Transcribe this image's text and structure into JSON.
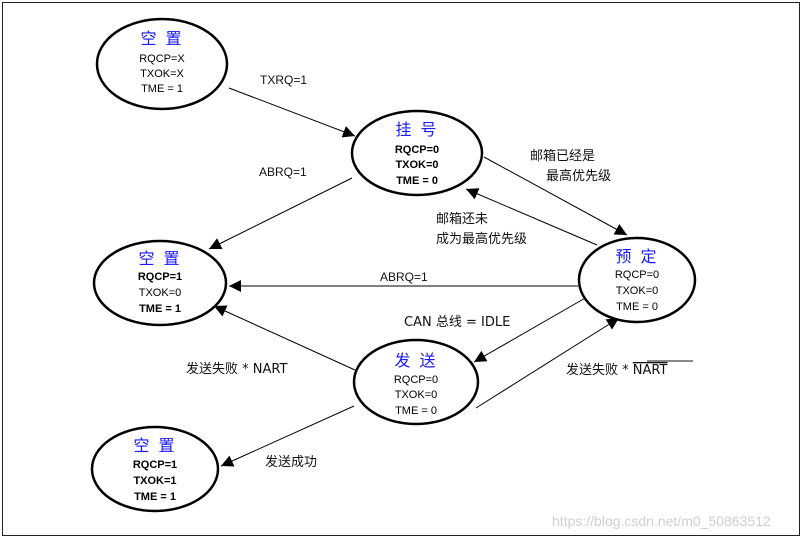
{
  "states": {
    "empty1": {
      "title": "空 置",
      "fields": [
        "RQCP=X",
        "TXOK=X",
        "TME = 1"
      ]
    },
    "pending": {
      "title": "挂 号",
      "fields": [
        "RQCP=0",
        "TXOK=0",
        "TME = 0"
      ]
    },
    "empty2": {
      "title": "空 置",
      "fields": [
        "RQCP=1",
        "TXOK=0",
        "TME = 1"
      ]
    },
    "scheduled": {
      "title": "预 定",
      "fields": [
        "RQCP=0",
        "TXOK=0",
        "TME = 0"
      ]
    },
    "transmit": {
      "title": "发 送",
      "fields": [
        "RQCP=0",
        "TXOK=0",
        "TME = 0"
      ]
    },
    "empty3": {
      "title": "空 置",
      "fields": [
        "RQCP=1",
        "TXOK=1",
        "TME = 1"
      ]
    }
  },
  "transitions": {
    "txrq": "TXRQ=1",
    "abrq_pending": "ABRQ=1",
    "highest_1": "邮箱已经是",
    "highest_2": "最高优先级",
    "not_highest_1": "邮箱还未",
    "not_highest_2": "成为最高优先级",
    "abrq_scheduled": "ABRQ=1",
    "can_idle": "CAN 总线 = IDLE",
    "fail_nart": "发送失败 * NART",
    "fail_not_nart_prefix": "发送失败 * ",
    "fail_not_nart_bar": "NART",
    "success": "发送成功"
  },
  "watermark": "https://blog.csdn.net/m0_50863512"
}
